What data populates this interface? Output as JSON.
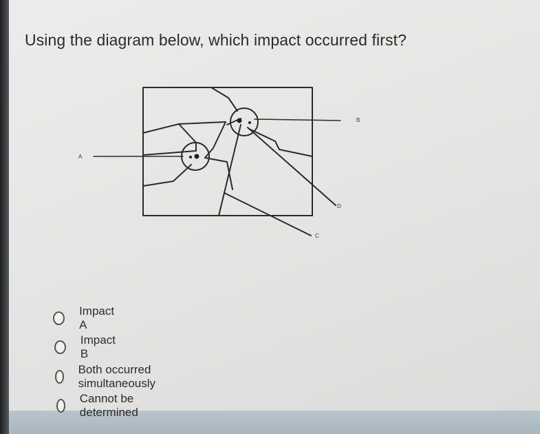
{
  "question": {
    "text": "Using the diagram below, which impact occurred first?"
  },
  "diagram": {
    "labels": {
      "a": "A",
      "b": "B",
      "c": "C",
      "d": "D"
    }
  },
  "options": [
    {
      "label": "Impact A"
    },
    {
      "label": "Impact B"
    },
    {
      "label": "Both occurred simultaneously"
    },
    {
      "label": "Cannot be determined"
    }
  ],
  "colors": {
    "line": "#2a2a2a",
    "frame": "#222222",
    "text": "#2b2b2b"
  }
}
